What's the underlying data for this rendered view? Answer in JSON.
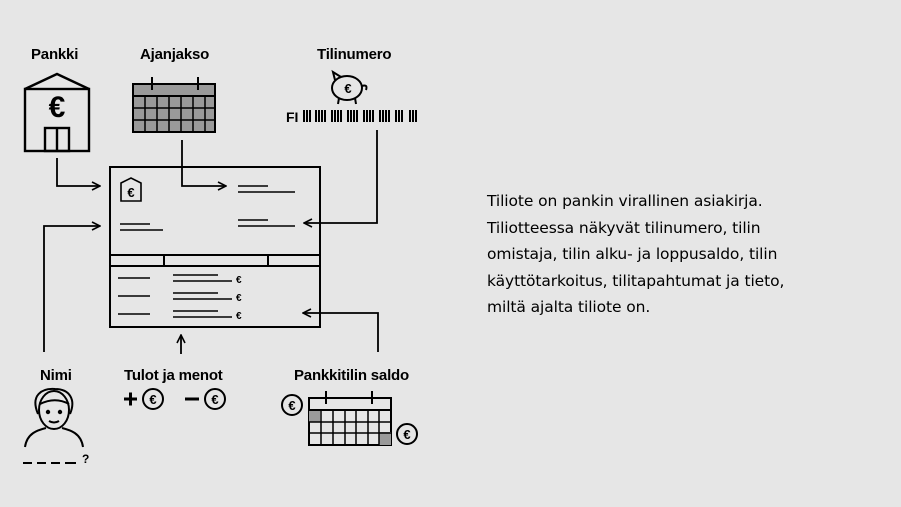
{
  "labels": {
    "bank": "Pankki",
    "period": "Ajanjakso",
    "account_number": "Tilinumero",
    "name": "Nimi",
    "income_expenses": "Tulot ja menot",
    "balance": "Pankkitilin saldo"
  },
  "iban_prefix": "FI",
  "currency_symbol": "€",
  "name_question": "?",
  "description_lines": [
    "Tiliote on pankin virallinen asiakirja.",
    "Tiliotteessa näkyvät tilinumero, tilin",
    "omistaja, tilin alku- ja loppusaldo, tilin",
    "käyttötarkoitus, tilitapahtumat ja tieto,",
    "miltä ajalta tiliote on."
  ]
}
